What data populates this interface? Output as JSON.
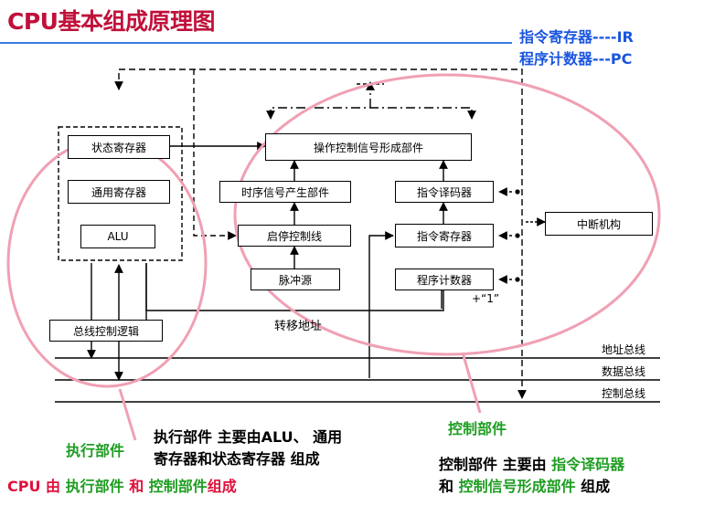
{
  "title": "CPU基本组成原理图",
  "registers_legend": [
    "指令寄存器----IR",
    "程序计数器---PC"
  ],
  "boxes": {
    "status_register": "状态寄存器",
    "general_register": "通用寄存器",
    "alu": "ALU",
    "op_control_unit": "操作控制信号形成部件",
    "timing_unit": "时序信号产生部件",
    "instruction_decoder": "指令译码器",
    "start_stop_line": "启停控制线",
    "instruction_register": "指令寄存器",
    "interrupt_unit": "中断机构",
    "pulse_source": "脉冲源",
    "program_counter": "程序计数器",
    "bus_control_logic": "总线控制逻辑"
  },
  "labels": {
    "plus_one": "+“1”",
    "jump_address": "转移地址",
    "address_bus": "地址总线",
    "data_bus": "数据总线",
    "control_bus": "控制总线"
  },
  "annotations": {
    "exec_unit": "执行部件",
    "exec_desc_line1": "执行部件 主要由ALU、 通用",
    "exec_desc_line2": "寄存器和状态寄存器 组成",
    "ctrl_unit": "控制部件",
    "ctrl_desc_a": "控制部件 主要由 ",
    "ctrl_desc_b": "指令译码器",
    "ctrl_desc_c": "和 ",
    "ctrl_desc_d": "控制信号形成部件",
    "ctrl_desc_e": " 组成",
    "cpu_a": "CPU 由 ",
    "cpu_b": "执行部件",
    "cpu_c": " 和 ",
    "cpu_d": "控制部件",
    "cpu_e": "组成"
  },
  "colors": {
    "title": "#c0103a",
    "legend": "#1a55e0",
    "ellipse": "#f0a0b4",
    "green": "#1e9d22",
    "red": "#e0103a"
  }
}
